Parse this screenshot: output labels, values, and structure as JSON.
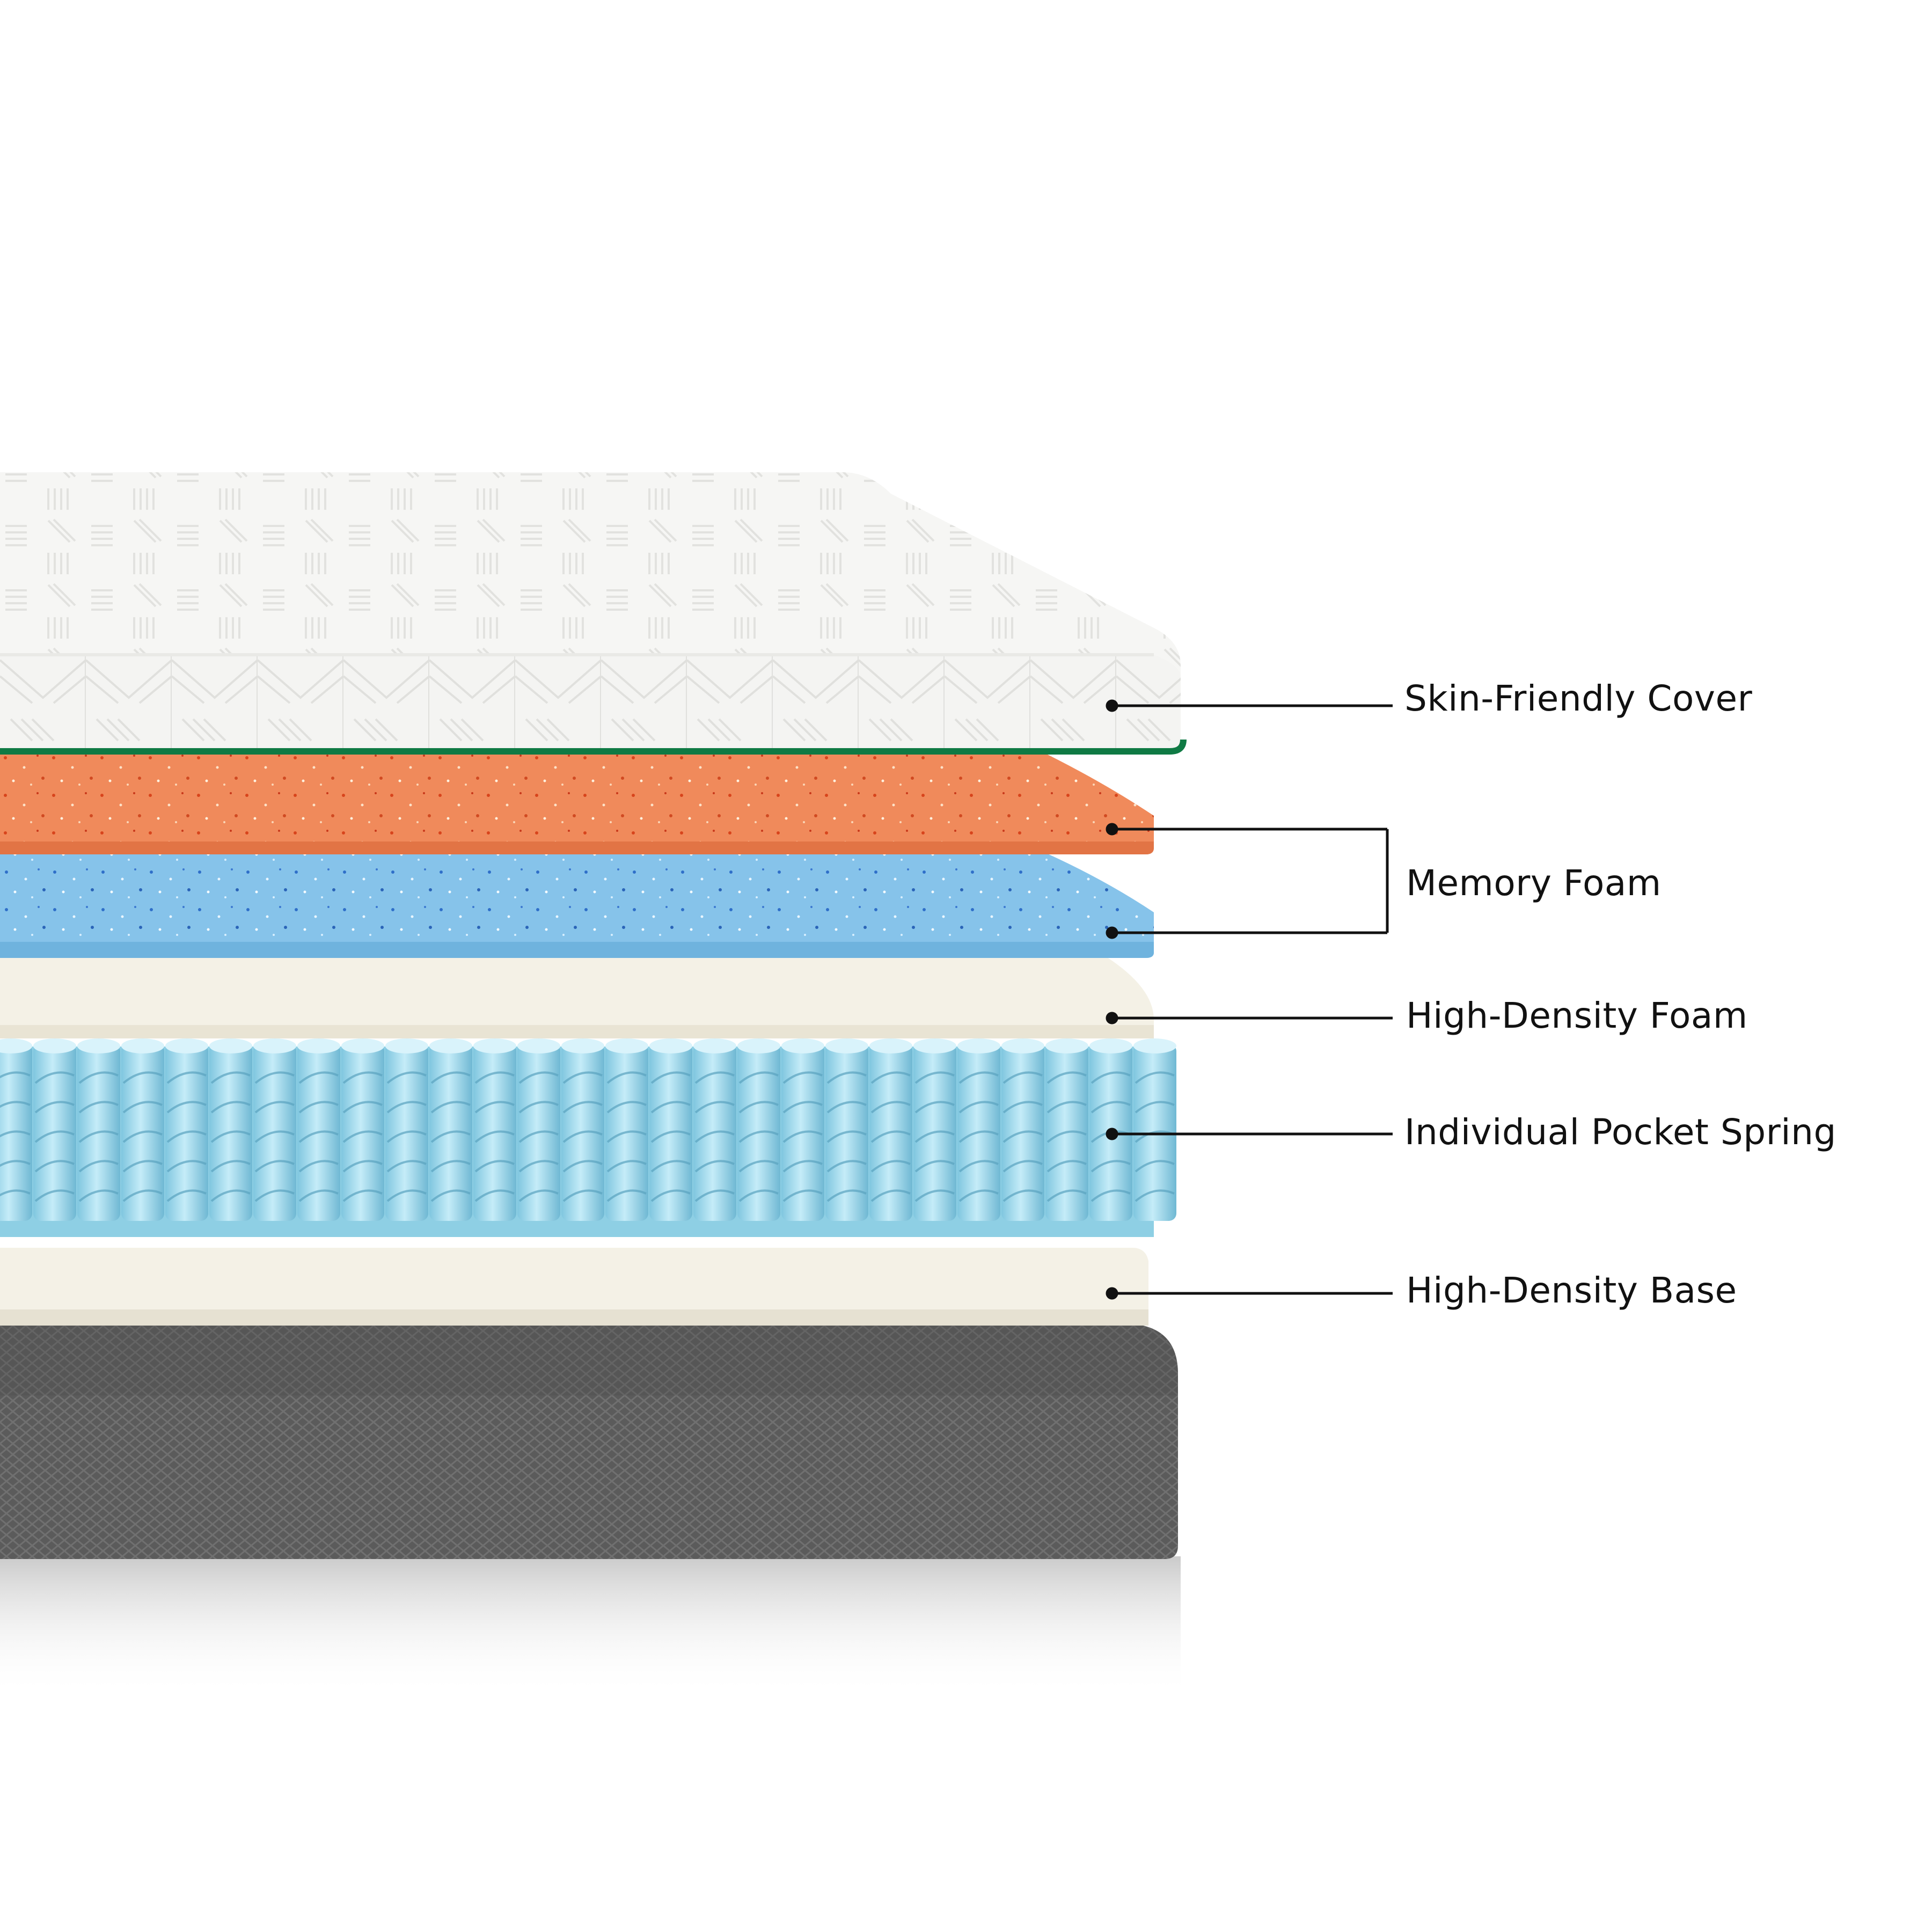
{
  "diagram": {
    "subject": "mattress-layer-cross-section",
    "layers": [
      {
        "id": "cover",
        "label": "Skin-Friendly Cover",
        "color": "#f7f7f5",
        "accent": "#0f7a44"
      },
      {
        "id": "memory-foam-orange",
        "label": "Memory Foam",
        "color": "#f08a5b"
      },
      {
        "id": "memory-foam-blue",
        "label": "Memory Foam",
        "color": "#86c3ea"
      },
      {
        "id": "high-density-foam",
        "label": "High-Density Foam",
        "color": "#f4f1e6"
      },
      {
        "id": "pocket-spring",
        "label": "Individual Pocket Spring",
        "color": "#a9dcf0"
      },
      {
        "id": "high-density-base",
        "label": "High-Density Base",
        "color": "#f4f1e6"
      },
      {
        "id": "bottom-fabric",
        "color": "#5f5f5f"
      }
    ],
    "callouts": {
      "cover": "Skin-Friendly Cover",
      "memory_foam": "Memory Foam",
      "high_density_foam": "High-Density Foam",
      "pocket_spring": "Individual Pocket Spring",
      "high_density_base": "High-Density Base"
    },
    "colors": {
      "line": "#111111",
      "background": "#ffffff"
    }
  }
}
